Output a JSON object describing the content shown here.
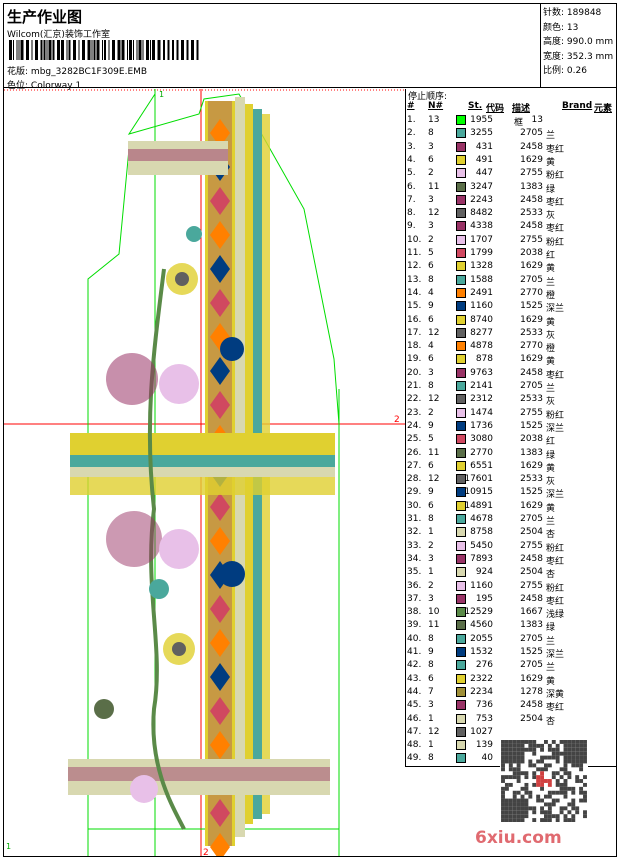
{
  "header": {
    "title": "生产作业图",
    "studio": "Wilcom(汇京)装饰工作室",
    "file_label": "花版:",
    "file_name": "mbg_3282BC1F309E.EMB",
    "colorway_label": "色位:",
    "colorway": "Colorway 1"
  },
  "info": [
    {
      "label": "针数:",
      "value": "189848"
    },
    {
      "label": "颜色:",
      "value": "13"
    },
    {
      "label": "高度:",
      "value": "990.0 mm"
    },
    {
      "label": "宽度:",
      "value": "352.3 mm"
    },
    {
      "label": "比例:",
      "value": "0.26"
    }
  ],
  "panel": {
    "heading": "停止顺序:",
    "columns": {
      "idx": "#",
      "num": "N#",
      "st": "St.",
      "code": "代码",
      "desc": "描述",
      "brand": "Brand",
      "element": "元素"
    }
  },
  "stops": [
    [
      "1.",
      "13",
      "#00ff00",
      "1955",
      "13",
      "框"
    ],
    [
      "2.",
      "8",
      "#4aa89c",
      "3255",
      "2705",
      "兰"
    ],
    [
      "3.",
      "3",
      "#993366",
      "431",
      "2458",
      "枣红"
    ],
    [
      "4.",
      "6",
      "#e0d030",
      "491",
      "1629",
      "黄"
    ],
    [
      "5.",
      "2",
      "#e8c0e8",
      "447",
      "2755",
      "粉红"
    ],
    [
      "6.",
      "11",
      "#5a6e48",
      "3247",
      "1383",
      "绿"
    ],
    [
      "7.",
      "3",
      "#993366",
      "2243",
      "2458",
      "枣红"
    ],
    [
      "8.",
      "12",
      "#606060",
      "8482",
      "2533",
      "灰"
    ],
    [
      "9.",
      "3",
      "#993366",
      "4338",
      "2458",
      "枣红"
    ],
    [
      "10.",
      "2",
      "#e8c0e8",
      "1707",
      "2755",
      "粉红"
    ],
    [
      "11.",
      "5",
      "#d04860",
      "1799",
      "2038",
      "红"
    ],
    [
      "12.",
      "6",
      "#e0d030",
      "1328",
      "1629",
      "黄"
    ],
    [
      "13.",
      "8",
      "#4aa89c",
      "1588",
      "2705",
      "兰"
    ],
    [
      "14.",
      "4",
      "#ff8000",
      "2491",
      "2770",
      "橙"
    ],
    [
      "15.",
      "9",
      "#003c80",
      "1160",
      "1525",
      "深兰"
    ],
    [
      "16.",
      "6",
      "#e0d030",
      "8740",
      "1629",
      "黄"
    ],
    [
      "17.",
      "12",
      "#606060",
      "8277",
      "2533",
      "灰"
    ],
    [
      "18.",
      "4",
      "#ff8000",
      "4878",
      "2770",
      "橙"
    ],
    [
      "19.",
      "6",
      "#e0d030",
      "878",
      "1629",
      "黄"
    ],
    [
      "20.",
      "3",
      "#993366",
      "9763",
      "2458",
      "枣红"
    ],
    [
      "21.",
      "8",
      "#4aa89c",
      "2141",
      "2705",
      "兰"
    ],
    [
      "22.",
      "12",
      "#606060",
      "2312",
      "2533",
      "灰"
    ],
    [
      "23.",
      "2",
      "#e8c0e8",
      "1474",
      "2755",
      "粉红"
    ],
    [
      "24.",
      "9",
      "#003c80",
      "1736",
      "1525",
      "深兰"
    ],
    [
      "25.",
      "5",
      "#d04860",
      "3080",
      "2038",
      "红"
    ],
    [
      "26.",
      "11",
      "#5a6e48",
      "2770",
      "1383",
      "绿"
    ],
    [
      "27.",
      "6",
      "#e0d030",
      "6551",
      "1629",
      "黄"
    ],
    [
      "28.",
      "12",
      "#606060",
      "17601",
      "2533",
      "灰"
    ],
    [
      "29.",
      "9",
      "#003c80",
      "10915",
      "1525",
      "深兰"
    ],
    [
      "30.",
      "6",
      "#e0d030",
      "14891",
      "1629",
      "黄"
    ],
    [
      "31.",
      "8",
      "#4aa89c",
      "4678",
      "2705",
      "兰"
    ],
    [
      "32.",
      "1",
      "#d8d8b0",
      "8758",
      "2504",
      "杏"
    ],
    [
      "33.",
      "2",
      "#e8c0e8",
      "5450",
      "2755",
      "粉红"
    ],
    [
      "34.",
      "3",
      "#993366",
      "7893",
      "2458",
      "枣红"
    ],
    [
      "35.",
      "1",
      "#d8d8b0",
      "924",
      "2504",
      "杏"
    ],
    [
      "36.",
      "2",
      "#e8c0e8",
      "1160",
      "2755",
      "粉红"
    ],
    [
      "37.",
      "3",
      "#993366",
      "195",
      "2458",
      "枣红"
    ],
    [
      "38.",
      "10",
      "#5a8a48",
      "12529",
      "1667",
      "浅绿"
    ],
    [
      "39.",
      "11",
      "#5a6e48",
      "4560",
      "1383",
      "绿"
    ],
    [
      "40.",
      "8",
      "#4aa89c",
      "2055",
      "2705",
      "兰"
    ],
    [
      "41.",
      "9",
      "#003c80",
      "1532",
      "1525",
      "深兰"
    ],
    [
      "42.",
      "8",
      "#4aa89c",
      "276",
      "2705",
      "兰"
    ],
    [
      "43.",
      "6",
      "#e0d030",
      "2322",
      "1629",
      "黄"
    ],
    [
      "44.",
      "7",
      "#a09038",
      "2234",
      "1278",
      "深黄"
    ],
    [
      "45.",
      "3",
      "#993366",
      "736",
      "2458",
      "枣红"
    ],
    [
      "46.",
      "1",
      "#d8d8b0",
      "753",
      "2504",
      "杏"
    ],
    [
      "47.",
      "12",
      "#606060",
      "1027",
      "",
      ""
    ],
    [
      "48.",
      "1",
      "#d8d8b0",
      "139",
      "",
      ""
    ],
    [
      "49.",
      "8",
      "#4aa89c",
      "40",
      "",
      ""
    ]
  ],
  "design": {
    "marker_h": "2",
    "marker_v": "2",
    "corner_label": "1",
    "top_label": "1"
  },
  "watermark": "6xiu.com"
}
